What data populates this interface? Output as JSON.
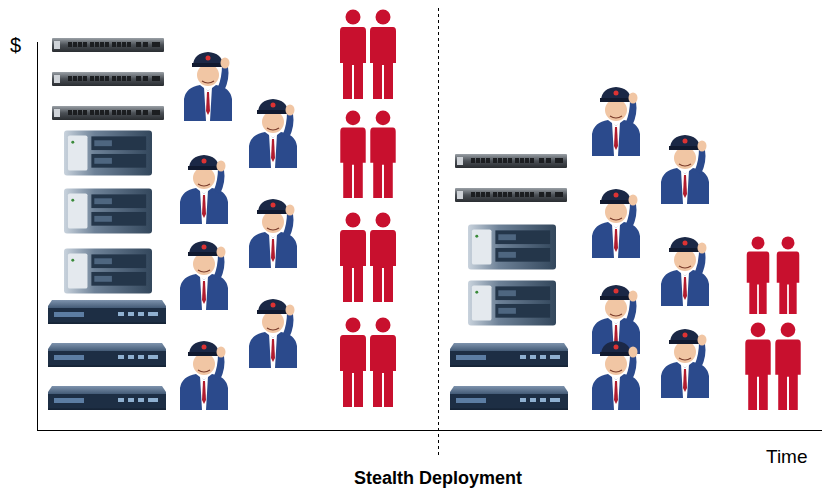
{
  "diagram": {
    "caption": "Stealth Deployment",
    "labels": [
      "$",
      "Time"
    ]
  }
}
